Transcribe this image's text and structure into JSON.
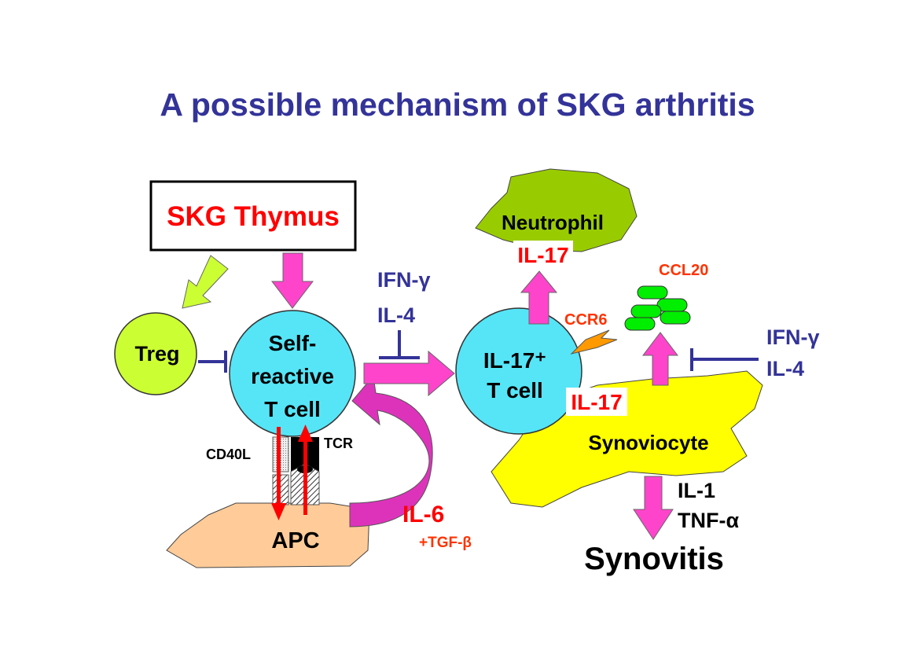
{
  "title": "A possible mechanism of SKG arthritis",
  "thymus": "SKG Thymus",
  "treg": "Treg",
  "self_reactive": [
    "Self-",
    "reactive",
    "T cell"
  ],
  "inhibitors_left": [
    "IFN-γ",
    "IL-4"
  ],
  "inhibitors_right": [
    "IFN-γ",
    "IL-4"
  ],
  "il17_cell": [
    "IL-17⁺",
    "T cell"
  ],
  "neutrophil": "Neutrophil",
  "il17_top": "IL-17",
  "il17_mid": "IL-17",
  "ccr6": "CCR6",
  "ccl20": "CCL20",
  "synoviocyte": "Synoviocyte",
  "cytokines": [
    "IL-1",
    "TNF-α"
  ],
  "synovitis": "Synovitis",
  "cd40l": "CD40L",
  "tcr": "TCR",
  "apc": "APC",
  "il6": "IL-6",
  "tgf": "+TGF-β",
  "colors": {
    "title": "#333399",
    "red": "#ff0000",
    "orange": "#ff3300",
    "cyan": "#55e5f7",
    "magenta": "#ff44cc",
    "yellow": "#ffff00",
    "lime": "#ccff33",
    "neutrophil": "#99cc00",
    "apc": "#ffcc99",
    "pill": "#00ee00"
  }
}
